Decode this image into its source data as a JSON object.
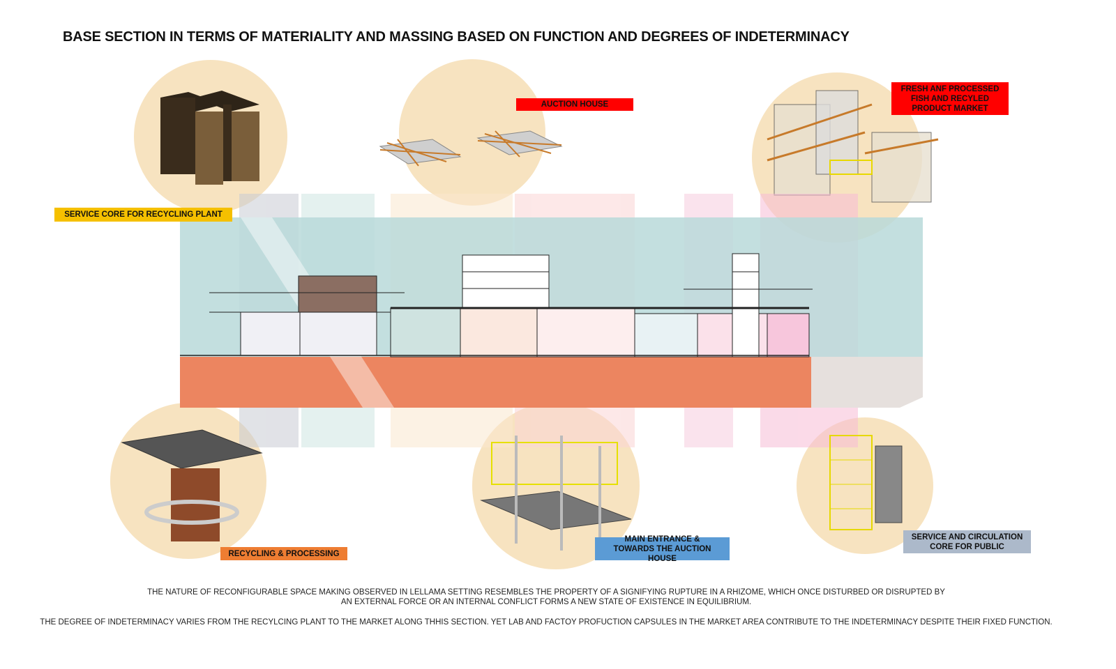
{
  "title": "BASE SECTION IN TERMS OF MATERIALITY AND MASSING BASED ON FUNCTION AND DEGREES OF INDETERMINACY",
  "labels": {
    "service_core": "SERVICE CORE FOR RECYCLING PLANT",
    "auction_house": "AUCTION HOUSE",
    "market": "FRESH ANF PROCESSED FISH AND RECYLED PRODUCT MARKET",
    "recycling": "RECYCLING & PROCESSING",
    "main_entrance": "MAIN ENTRANCE & TOWARDS THE AUCTION HOUSE",
    "circulation": "SERVICE AND CIRCULATION CORE FOR PUBLIC"
  },
  "notes": {
    "line1": "THE NATURE OF RECONFIGURABLE SPACE MAKING OBSERVED IN LELLAMA SETTING RESEMBLES THE PROPERTY OF A SIGNIFYING RUPTURE IN A RHIZOME, WHICH ONCE DISTURBED OR DISRUPTED BY",
    "line2": "AN EXTERNAL FORCE OR AN INTERNAL CONFLICT FORMS A NEW STATE OF EXISTENCE IN EQUILIBRIUM.",
    "line3": "THE DEGREE OF INDETERMINACY VARIES FROM THE RECYLCING PLANT TO THE MARKET ALONG THHIS SECTION. YET LAB AND FACTOY PROFUCTION CAPSULES IN THE MARKET AREA CONTRIBUTE TO THE INDETERMINACY DESPITE THEIR FIXED FUNCTION."
  },
  "colors": {
    "circle": "#f7e3c0",
    "sky": "#b9d9d9",
    "ground": "#ec8560",
    "yellow": "#f5c000",
    "red": "#ff0000",
    "orange": "#ee7d32",
    "blue": "#5b9bd5",
    "grey_blue": "#acb9ca"
  }
}
